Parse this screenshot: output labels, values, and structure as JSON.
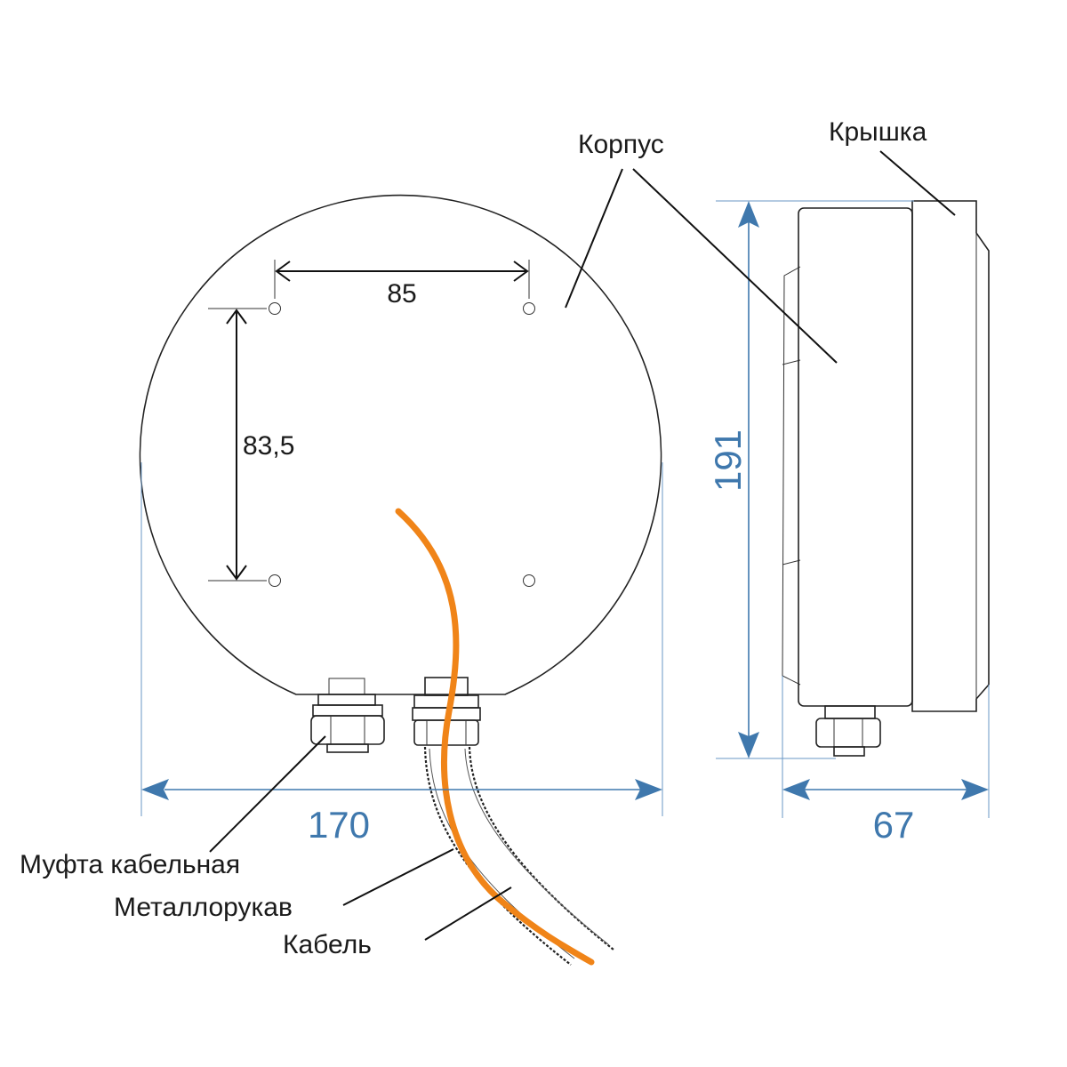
{
  "labels": {
    "korpus": "Корпус",
    "kryshka": "Крышка",
    "mufta": "Муфта кабельная",
    "metallorukav": "Металлорукав",
    "kabel": "Кабель"
  },
  "dimensions": {
    "hole_spacing_horizontal": "85",
    "hole_spacing_vertical": "83,5",
    "width_front": "170",
    "height_side": "191",
    "depth_side": "67"
  },
  "colors": {
    "dimension_blue": "#3f78ad",
    "cable_orange": "#f08418",
    "outline": "#222222"
  }
}
